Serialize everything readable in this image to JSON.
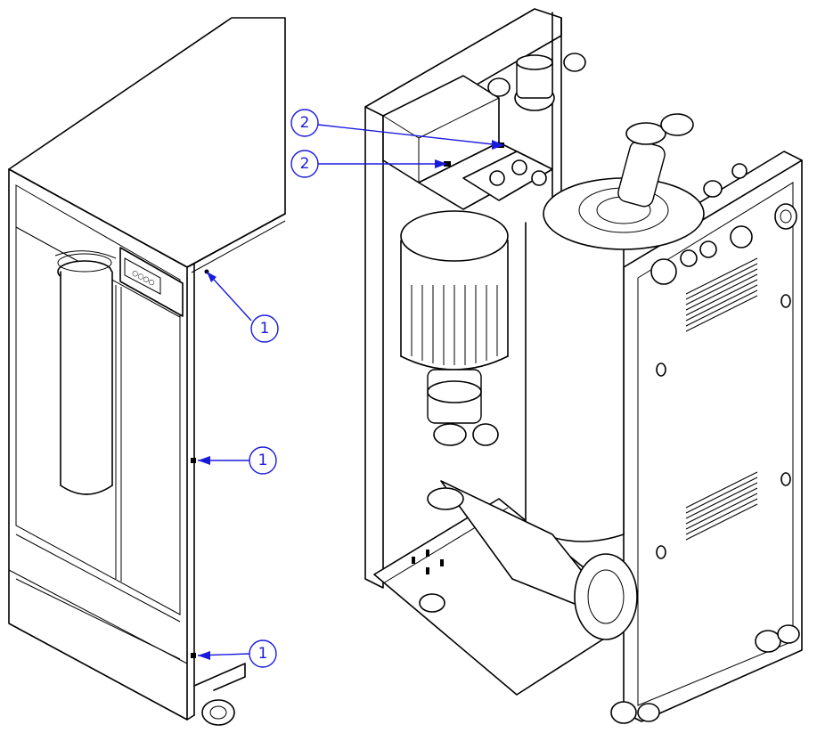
{
  "colors": {
    "line": "#000000",
    "callout": "#1a1adc",
    "background": "#ffffff"
  },
  "callouts": [
    {
      "id": "c1-top",
      "label": "1"
    },
    {
      "id": "c1-mid",
      "label": "1"
    },
    {
      "id": "c1-bottom",
      "label": "1"
    },
    {
      "id": "c2-upper",
      "label": "2"
    },
    {
      "id": "c2-lower",
      "label": "2"
    }
  ]
}
